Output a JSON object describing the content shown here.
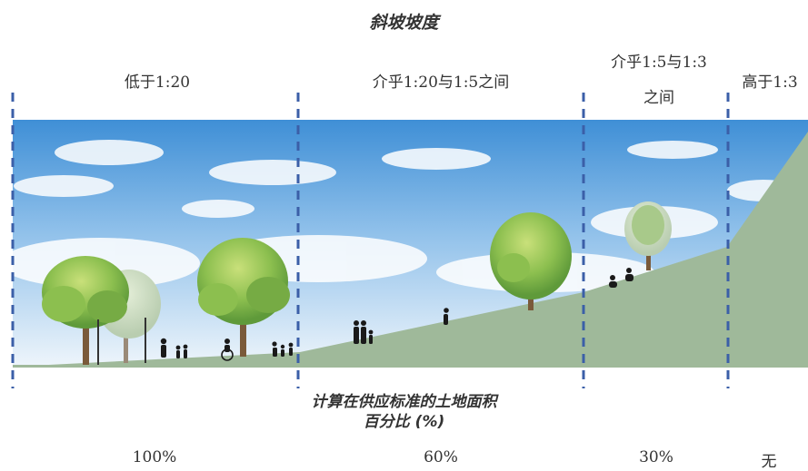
{
  "title": "斜坡坡度",
  "zones": [
    {
      "label": "低于1:20",
      "label_line2": "",
      "percent": "100%"
    },
    {
      "label": "介乎1:20与1:5之间",
      "label_line2": "",
      "percent": "60%"
    },
    {
      "label": "介乎1:5与1:3",
      "label_line2": "之间",
      "percent": "30%"
    },
    {
      "label": "高于1:3",
      "label_line2": "",
      "percent": "无"
    }
  ],
  "caption": {
    "line1": "计算在供应标准的土地面积",
    "line2": "百分比 (%)"
  },
  "colors": {
    "sky_top": "#3f8fd6",
    "sky_bottom": "#eef5fb",
    "ground": "#9fb99a",
    "divider": "#3b5fa8",
    "foliage": "#8cbf4f",
    "trunk": "#7a5a3a",
    "figure": "#1a1a1a"
  }
}
